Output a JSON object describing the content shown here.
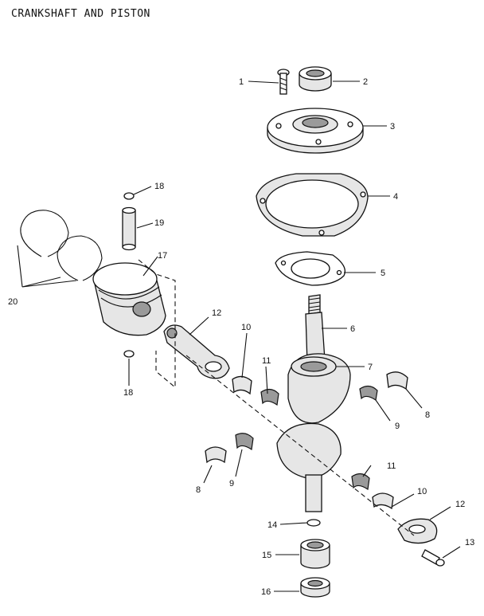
{
  "title": "CRANKSHAFT AND PISTON",
  "callouts": {
    "c1": "1",
    "c2": "2",
    "c3": "3",
    "c4": "4",
    "c5": "5",
    "c6": "6",
    "c7": "7",
    "c8a": "8",
    "c8b": "8",
    "c9a": "9",
    "c9b": "9",
    "c10a": "10",
    "c10b": "10",
    "c11a": "11",
    "c11b": "11",
    "c12a": "12",
    "c12b": "12",
    "c13": "13",
    "c14": "14",
    "c15": "15",
    "c16": "16",
    "c17": "17",
    "c18a": "18",
    "c18b": "18",
    "c19": "19",
    "c20": "20"
  }
}
